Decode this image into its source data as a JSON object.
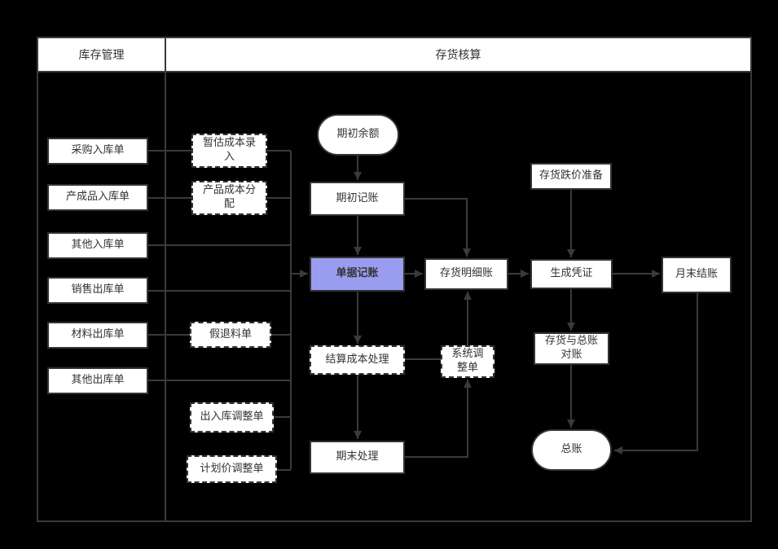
{
  "diagram": {
    "lanes": [
      {
        "title": "库存管理"
      },
      {
        "title": "存货核算"
      }
    ],
    "nodes": {
      "purchase_inbound_order": {
        "label": "采购入库单",
        "style": "solid"
      },
      "finished_goods_inbound_order": {
        "label": "产成品入库单",
        "style": "solid"
      },
      "other_inbound_order": {
        "label": "其他入库单",
        "style": "solid"
      },
      "sales_outbound_order": {
        "label": "销售出库单",
        "style": "solid"
      },
      "material_outbound_order": {
        "label": "材料出库单",
        "style": "solid"
      },
      "other_outbound_order": {
        "label": "其他出库单",
        "style": "solid"
      },
      "estimated_cost_entry": {
        "label": "暂估成本录入",
        "style": "dashed"
      },
      "product_cost_allocation": {
        "label": "产品成本分配",
        "style": "dashed"
      },
      "pseudo_return_order": {
        "label": "假退料单",
        "style": "dashed"
      },
      "inout_adjustment_order": {
        "label": "出入库调整单",
        "style": "dashed"
      },
      "planned_price_adjustment": {
        "label": "计划价调整单",
        "style": "dashed"
      },
      "opening_balance": {
        "label": "期初余额",
        "style": "terminator"
      },
      "opening_posting": {
        "label": "期初记账",
        "style": "solid"
      },
      "document_posting": {
        "label": "单据记账",
        "style": "highlight"
      },
      "cost_settlement": {
        "label": "结算成本处理",
        "style": "dashed"
      },
      "period_end_processing": {
        "label": "期末处理",
        "style": "solid"
      },
      "inventory_subledger": {
        "label": "存货明细账",
        "style": "solid"
      },
      "system_adjustment_order": {
        "label": "系统调整单",
        "style": "dashed"
      },
      "inventory_depreciation": {
        "label": "存货跌价准备",
        "style": "solid"
      },
      "generate_voucher": {
        "label": "生成凭证",
        "style": "solid"
      },
      "inventory_gl_reconciliation": {
        "label": "存货与总账对账",
        "style": "solid"
      },
      "general_ledger": {
        "label": "总账",
        "style": "terminator"
      },
      "month_end_closing": {
        "label": "月末结账",
        "style": "solid"
      }
    },
    "edges": [
      {
        "from": "采购入库单",
        "to": "暂估成本录入"
      },
      {
        "from": "暂估成本录入",
        "to": "单据记账"
      },
      {
        "from": "产成品入库单",
        "to": "产品成本分配"
      },
      {
        "from": "产品成本分配",
        "to": "单据记账"
      },
      {
        "from": "其他入库单",
        "to": "单据记账"
      },
      {
        "from": "销售出库单",
        "to": "单据记账"
      },
      {
        "from": "材料出库单",
        "to": "假退料单"
      },
      {
        "from": "假退料单",
        "to": "单据记账"
      },
      {
        "from": "其他出库单",
        "to": "单据记账"
      },
      {
        "from": "出入库调整单",
        "to": "单据记账"
      },
      {
        "from": "计划价调整单",
        "to": "单据记账"
      },
      {
        "from": "期初余额",
        "to": "期初记账"
      },
      {
        "from": "期初记账",
        "to": "单据记账"
      },
      {
        "from": "期初记账",
        "to": "存货明细账"
      },
      {
        "from": "单据记账",
        "to": "存货明细账"
      },
      {
        "from": "单据记账",
        "to": "结算成本处理"
      },
      {
        "from": "结算成本处理",
        "to": "系统调整单"
      },
      {
        "from": "结算成本处理",
        "to": "期末处理"
      },
      {
        "from": "期末处理",
        "to": "系统调整单"
      },
      {
        "from": "系统调整单",
        "to": "存货明细账"
      },
      {
        "from": "存货明细账",
        "to": "生成凭证"
      },
      {
        "from": "存货跌价准备",
        "to": "生成凭证"
      },
      {
        "from": "生成凭证",
        "to": "月末结账"
      },
      {
        "from": "生成凭证",
        "to": "存货与总账对账"
      },
      {
        "from": "存货与总账对账",
        "to": "总账"
      },
      {
        "from": "月末结账",
        "to": "总账"
      }
    ],
    "colors": {
      "background": "#000000",
      "node_fill": "#ffffff",
      "node_border": "#333333",
      "highlight_fill": "#9a9cf0",
      "line": "#3a3a3a",
      "text": "#333333"
    }
  }
}
